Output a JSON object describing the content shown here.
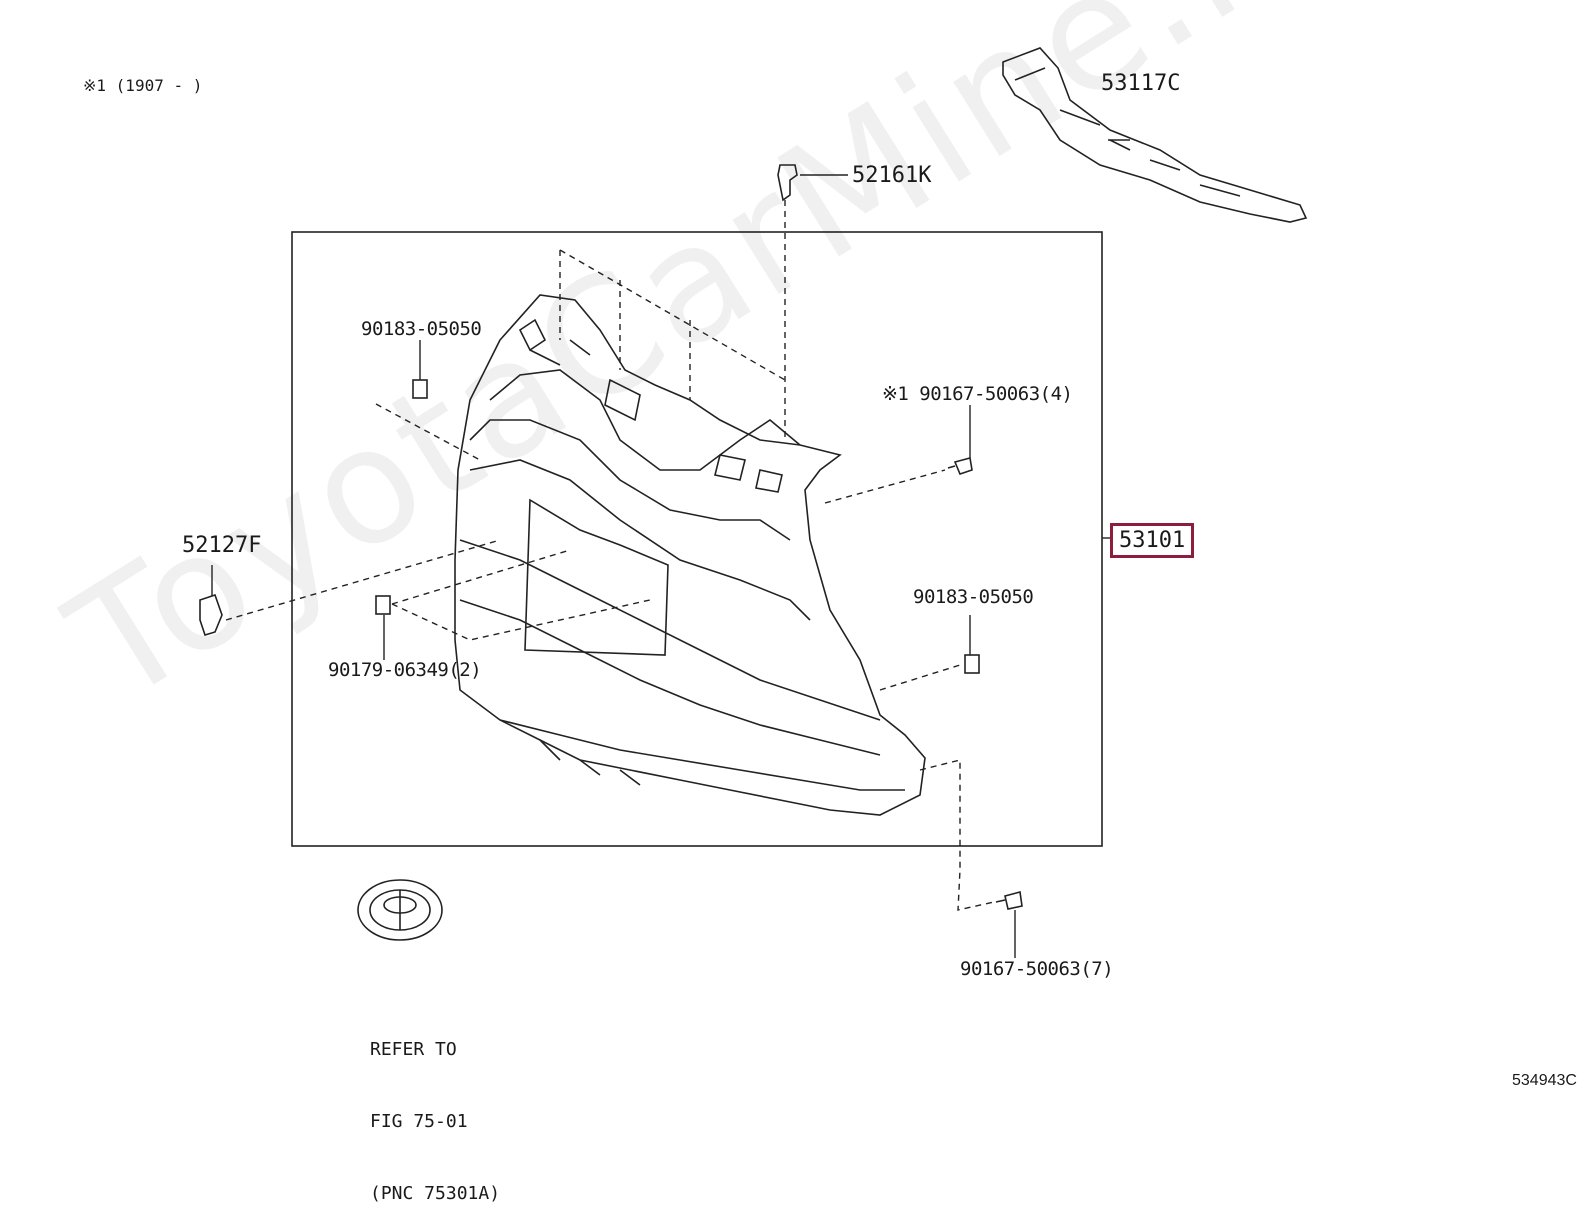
{
  "diagram": {
    "note": "※1 (1907 -     )",
    "watermark": "ToyotaCarMine.ru",
    "parts": {
      "p53117C": "53117C",
      "p52161K": "52161K",
      "p90183_top": "90183-05050",
      "p90167_4": "※1 90167-50063(4)",
      "p52127F": "52127F",
      "p53101": "53101",
      "p90183_right": "90183-05050",
      "p90179": "90179-06349(2)",
      "p90167_7": "90167-50063(7)"
    },
    "refer": [
      "REFER TO",
      "FIG 75-01",
      "(PNC 75301A)"
    ],
    "figure_number": "534943C",
    "highlight_color": "#8c1d3c"
  }
}
